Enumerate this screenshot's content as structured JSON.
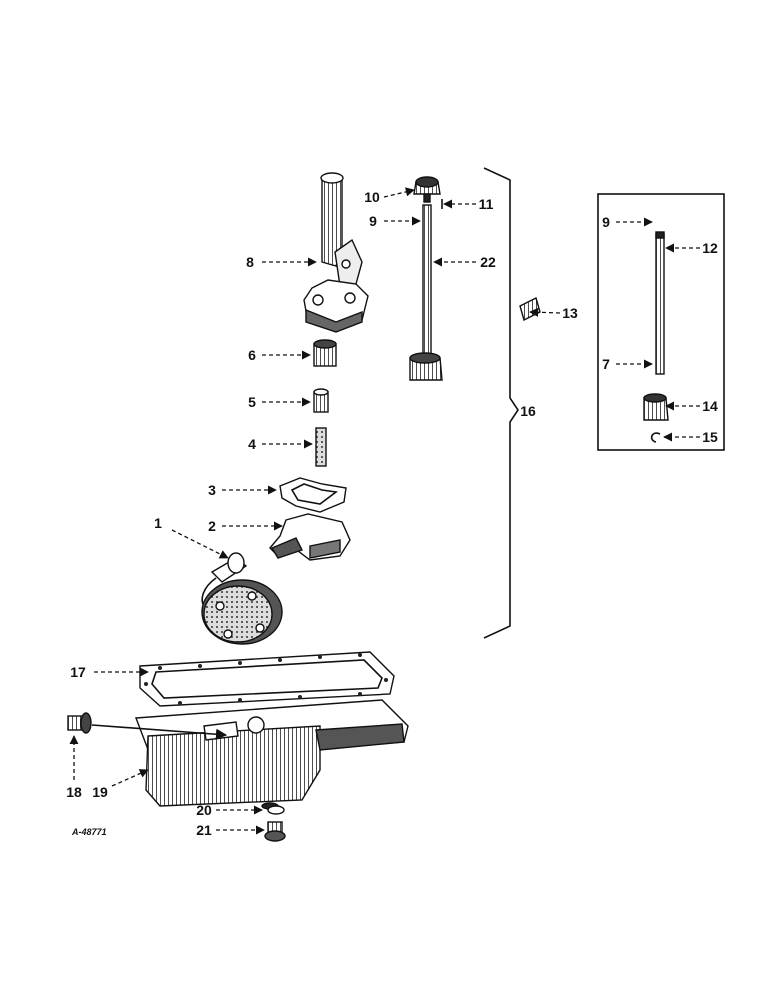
{
  "diagram": {
    "drawing_code": "A-48771",
    "callouts": [
      "1",
      "2",
      "3",
      "4",
      "5",
      "6",
      "7",
      "8",
      "9",
      "10",
      "11",
      "12",
      "13",
      "14",
      "15",
      "16",
      "17",
      "18",
      "19",
      "20",
      "21",
      "22"
    ],
    "inset_callouts": [
      "9",
      "12",
      "7",
      "14",
      "15"
    ],
    "parts": [
      "oil-pump-assembly",
      "oil-pump-body",
      "gasket",
      "pin",
      "bushing",
      "gear",
      "shaft",
      "pump-body-tube",
      "drive-gear",
      "pin",
      "drive-shaft",
      "shaft-assembly",
      "pin",
      "gear",
      "retainer",
      "pump-group",
      "oil-pan-gasket",
      "drain-plug",
      "oil-pan",
      "gasket",
      "drain-plug",
      "drive-shaft"
    ]
  }
}
